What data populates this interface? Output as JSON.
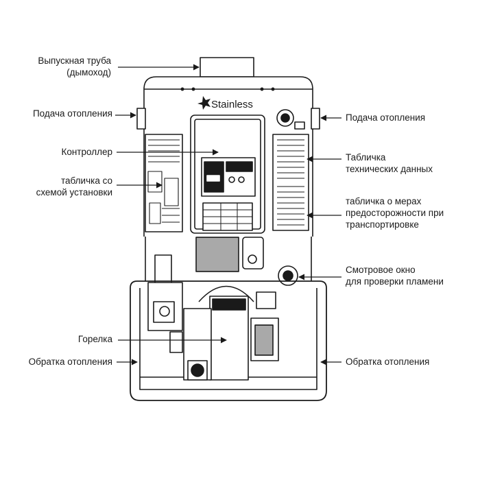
{
  "brand": {
    "name": "Stainless"
  },
  "labels": {
    "exhaust_pipe": {
      "line1": "Выпускная труба",
      "line2": "(дымоход)"
    },
    "heating_supply_left": "Подача отопления",
    "heating_supply_right": "Подача отопления",
    "controller": "Контроллер",
    "install_diagram_plate": {
      "line1": "табличка со",
      "line2": "схемой установки"
    },
    "tech_data_plate": {
      "line1": "Табличка",
      "line2": "технических данных"
    },
    "transport_plate": {
      "line1": "табличка о мерах",
      "line2": "предосторожности при",
      "line3": "транспортировке"
    },
    "flame_window": {
      "line1": "Смотровое окно",
      "line2": "для проверки пламени"
    },
    "burner": "Горелка",
    "heating_return_left": "Обратка отопления",
    "heating_return_right": "Обратка отопления"
  },
  "colors": {
    "stroke": "#1a1a1a",
    "fill_dark": "#2a2a2a",
    "fill_light": "#ffffff",
    "gray": "#9a9a9a"
  }
}
